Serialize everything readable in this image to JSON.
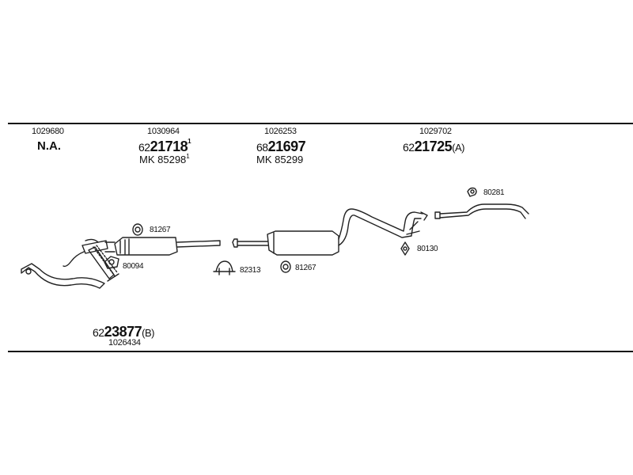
{
  "columns": [
    {
      "ref": "1029680",
      "label": "N.A."
    },
    {
      "ref": "1030964",
      "prefix": "62",
      "part": "21718",
      "sup": "1",
      "mk_prefix": "MK",
      "mk_number": "85298",
      "mk_sup": "1"
    },
    {
      "ref": "1026253",
      "prefix": "68",
      "part": "21697",
      "mk_prefix": "MK",
      "mk_number": "85299"
    },
    {
      "ref": "1029702",
      "prefix": "62",
      "part": "21725",
      "suffix": "(A)"
    }
  ],
  "bottom": {
    "prefix": "62",
    "part": "23877",
    "suffix": "(B)",
    "ref": "1026434"
  },
  "labels": [
    "81267",
    "80094",
    "82313",
    "81267",
    "80130",
    "80281"
  ]
}
